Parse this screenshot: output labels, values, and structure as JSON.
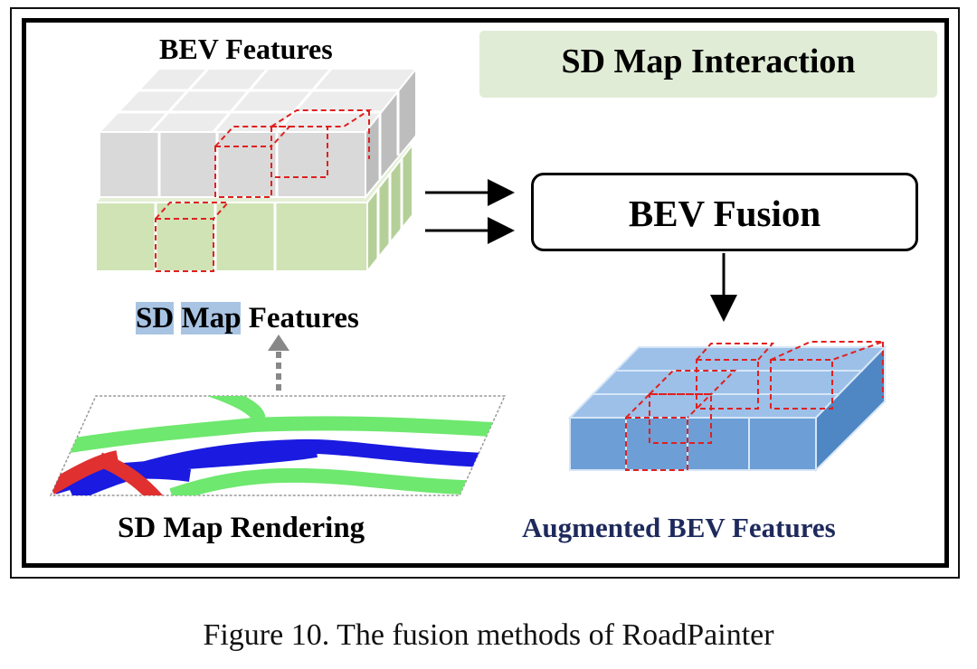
{
  "labels": {
    "bev_features": "BEV Features",
    "sd_map_features_part1": "SD",
    "sd_map_features_part2": "Map",
    "sd_map_features_part3": "Features",
    "sd_map_rendering": "SD Map Rendering",
    "augmented_bev_features": "Augmented BEV Features"
  },
  "boxes": {
    "sd_map_interaction": "SD Map Interaction",
    "bev_fusion": "BEV Fusion"
  },
  "caption": "Figure 10. The fusion methods of RoadPainter",
  "colors": {
    "bev_cube": "#d9d9d9",
    "sd_map_cube": "#cfe3b5",
    "augmented_cube": "#6d9fd6",
    "dashed_highlight": "#e02020",
    "road_green": "#6ee86e",
    "road_blue": "#1a1ae0",
    "road_red": "#e03030",
    "interaction_bg": "#e1ecd6"
  }
}
